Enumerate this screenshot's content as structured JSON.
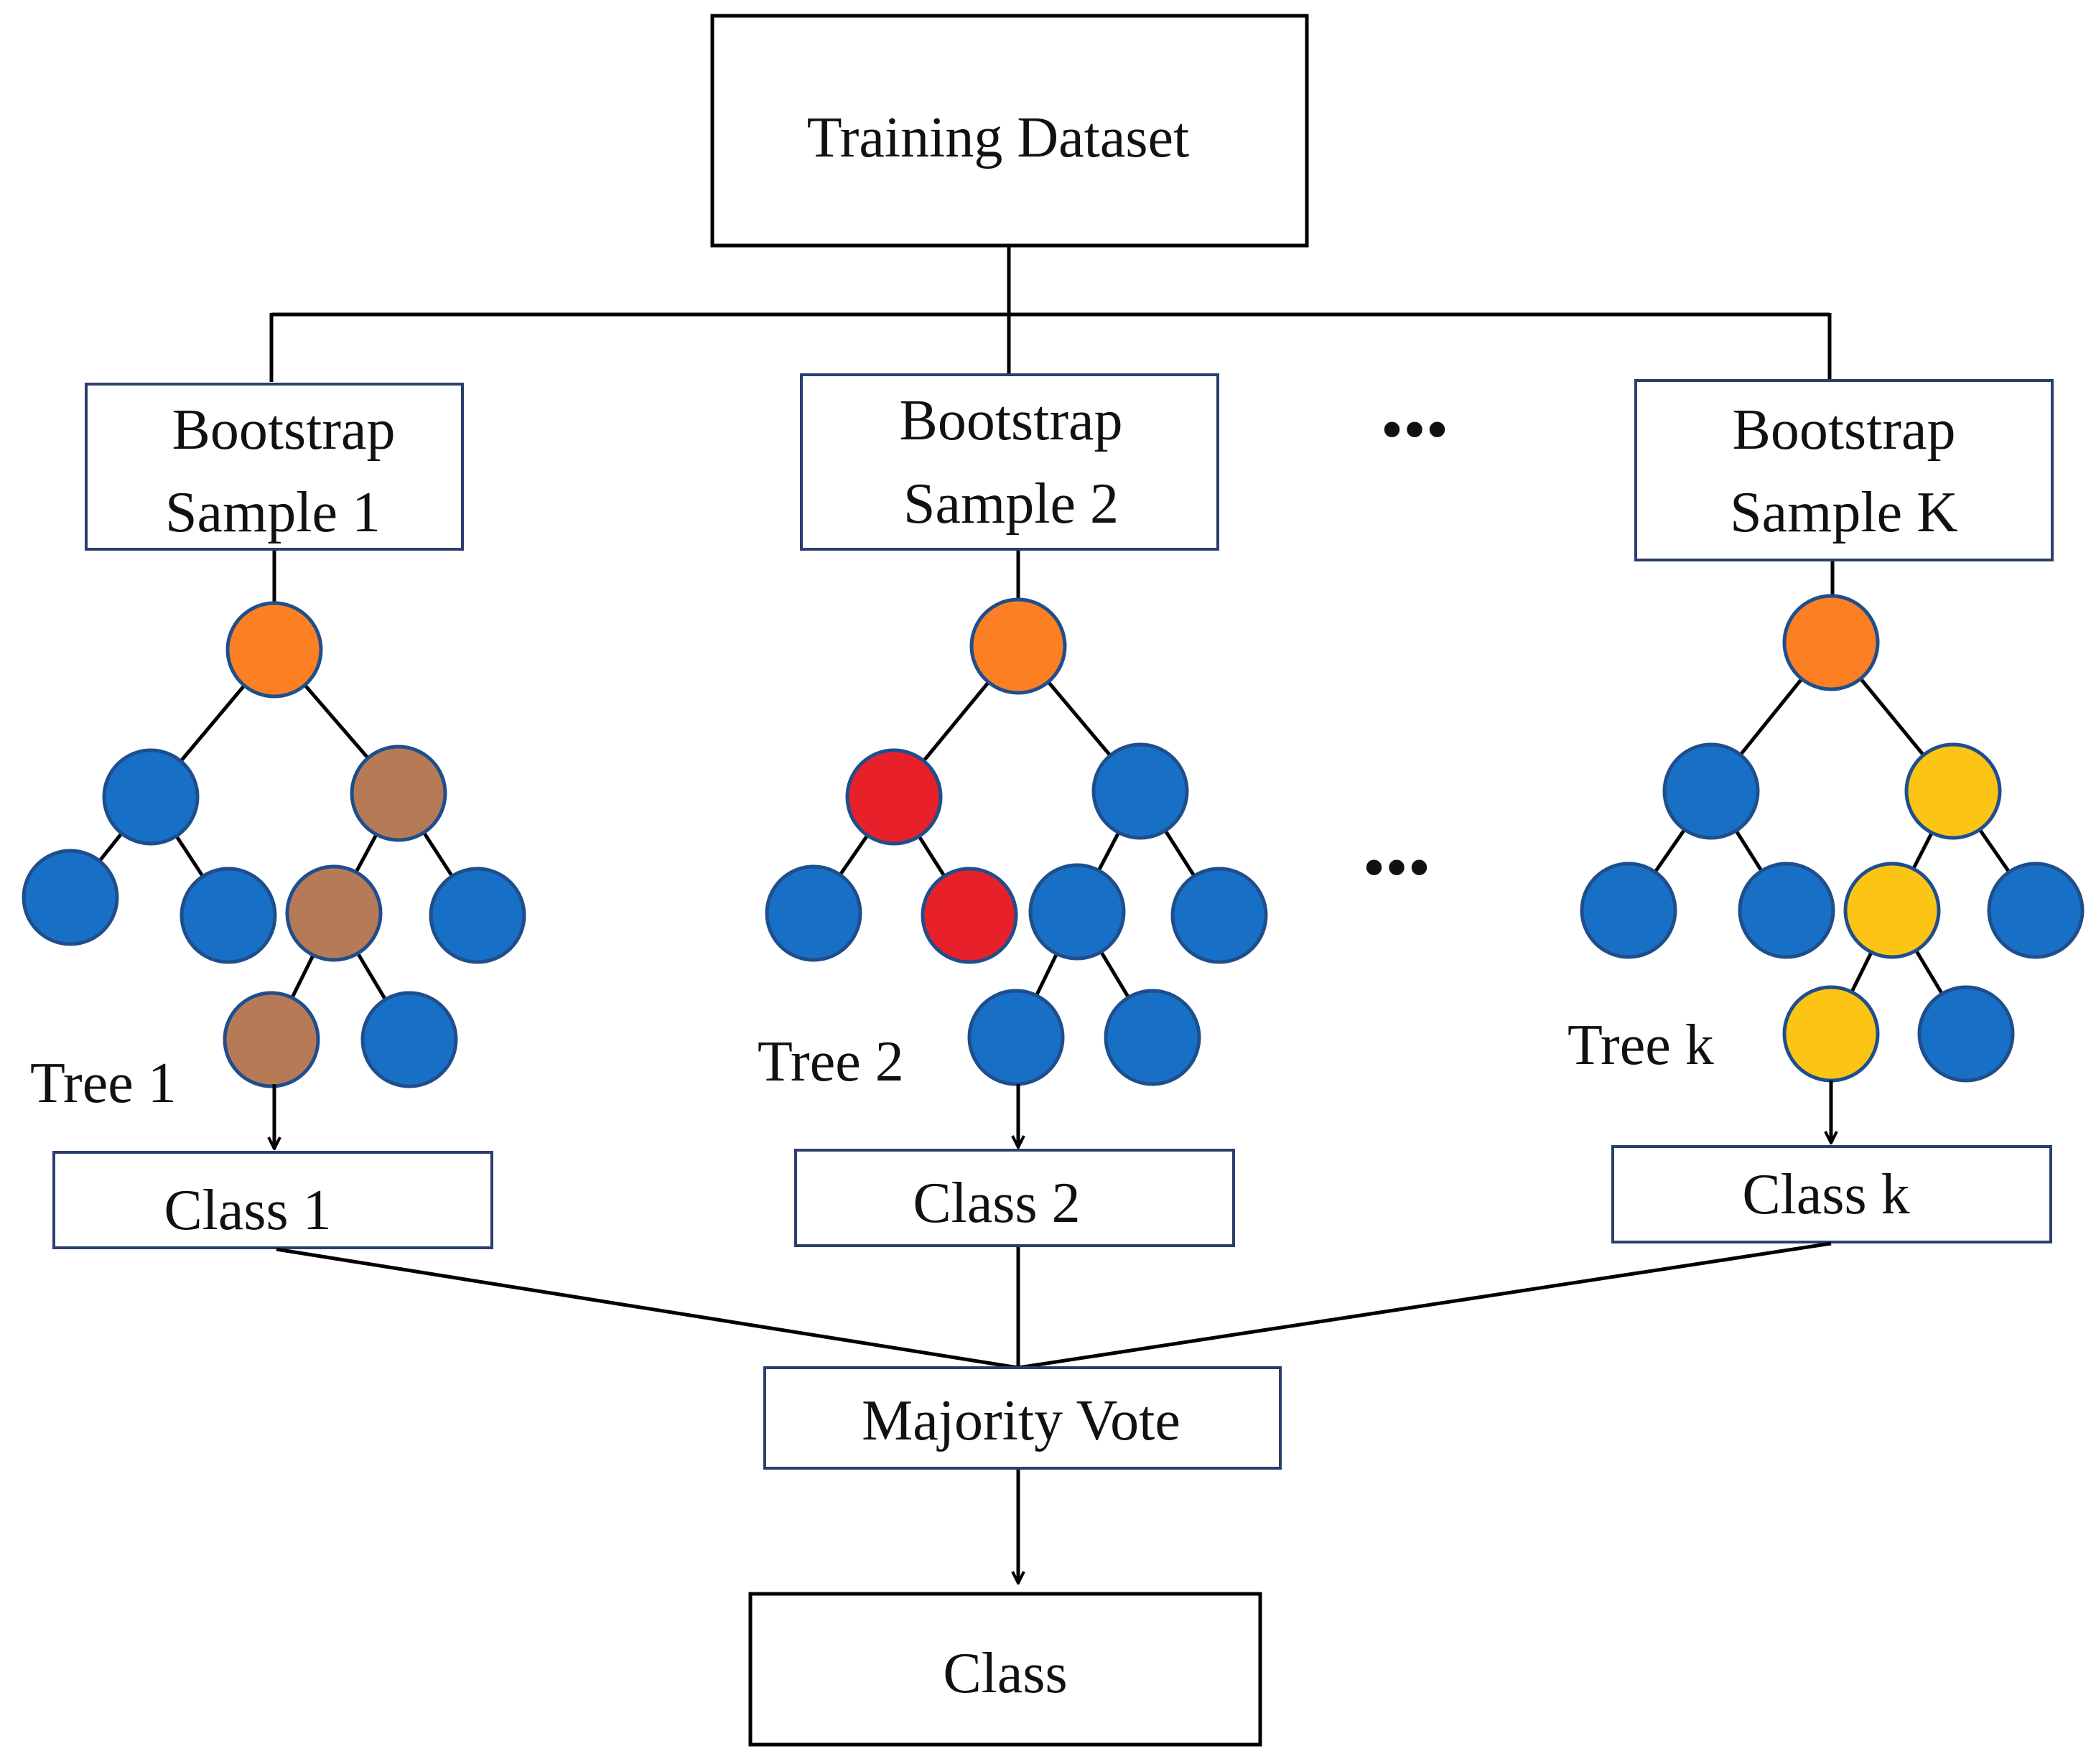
{
  "title_box": {
    "label": "Training Dataset"
  },
  "samples": [
    {
      "line1": "Bootstrap",
      "line2": "Sample 1"
    },
    {
      "line1": "Bootstrap",
      "line2": "Sample 2"
    },
    {
      "line1": "Bootstrap",
      "line2": "Sample K"
    }
  ],
  "ellipsis": "•••",
  "trees": [
    {
      "label": "Tree 1",
      "highlight_color": "#b67a57"
    },
    {
      "label": "Tree 2",
      "highlight_color": "#e8202a"
    },
    {
      "label": "Tree k",
      "highlight_color": "#fcc515"
    }
  ],
  "classes": [
    {
      "label": "Class 1"
    },
    {
      "label": "Class 2"
    },
    {
      "label": "Class k"
    }
  ],
  "vote": {
    "label": "Majority Vote"
  },
  "result": {
    "label": "Class"
  },
  "colors": {
    "root": "#fc7f24",
    "node": "#1870c6",
    "node_stroke": "#1f4e8c"
  }
}
